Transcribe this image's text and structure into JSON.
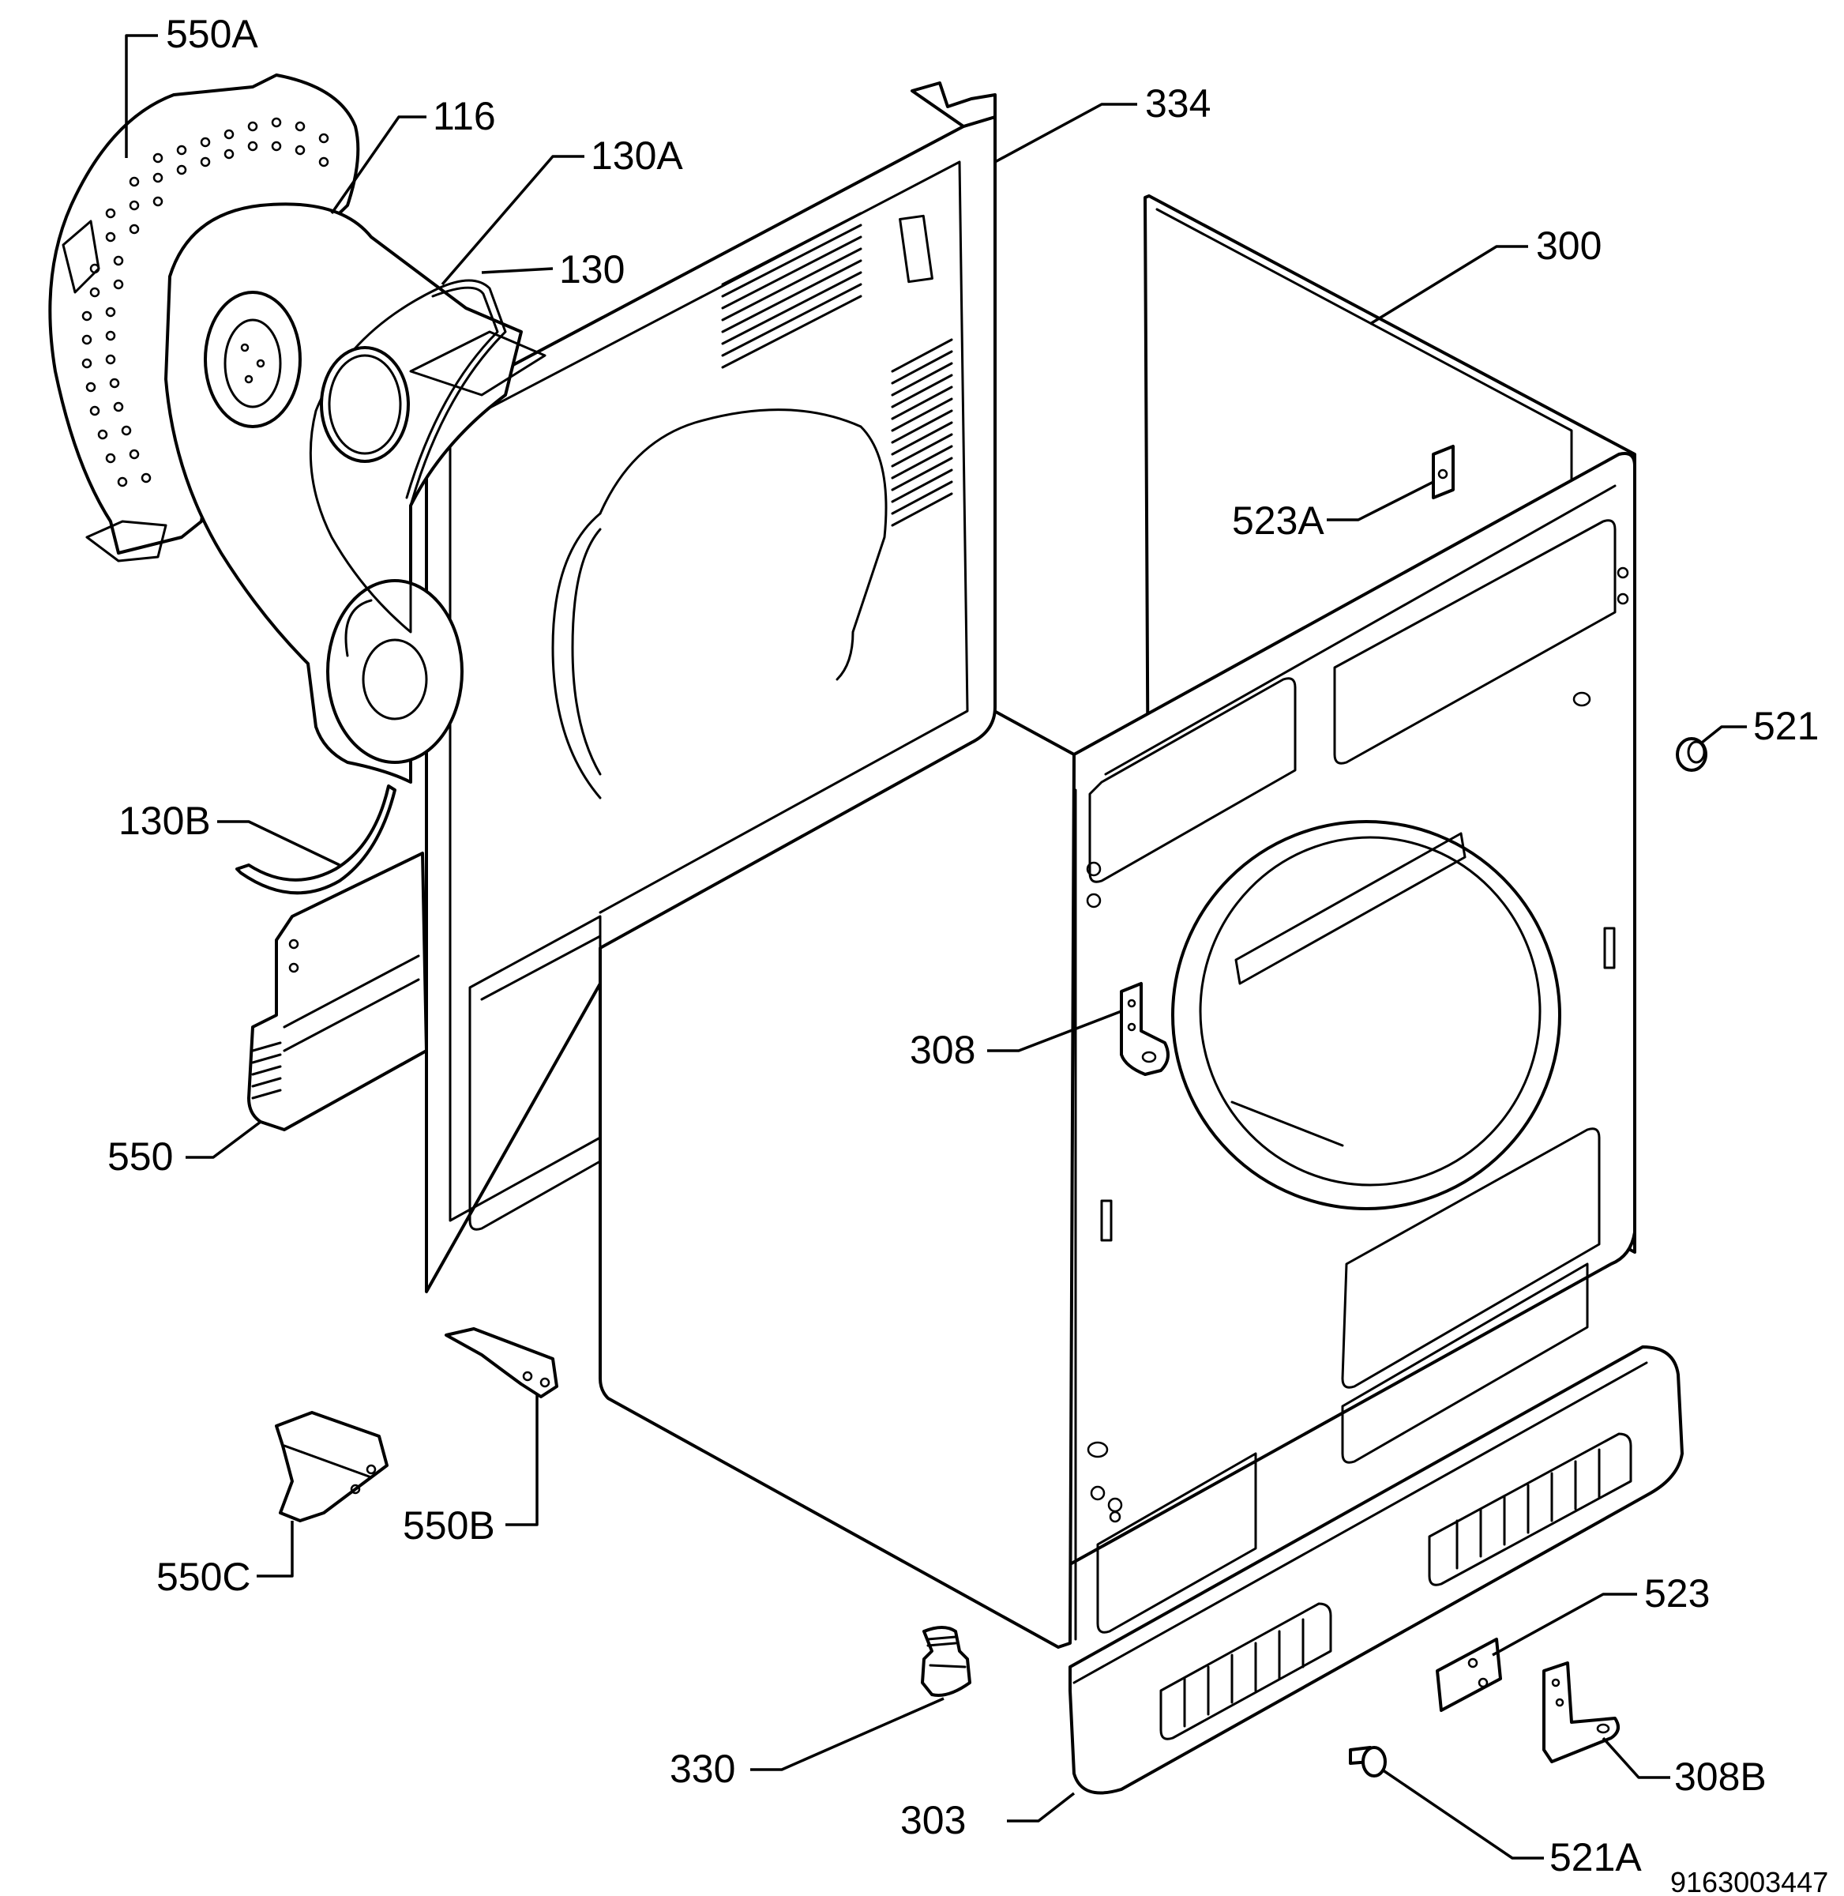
{
  "document_number": "9163003447",
  "labels": {
    "l550A": "550A",
    "l116": "116",
    "l130A": "130A",
    "l130": "130",
    "l334": "334",
    "l300": "300",
    "l523A": "523A",
    "l521": "521",
    "l130B": "130B",
    "l308": "308",
    "l550": "550",
    "l550B": "550B",
    "l550C": "550C",
    "l523": "523",
    "l330": "330",
    "l308B": "308B",
    "l303": "303",
    "l521A": "521A"
  }
}
